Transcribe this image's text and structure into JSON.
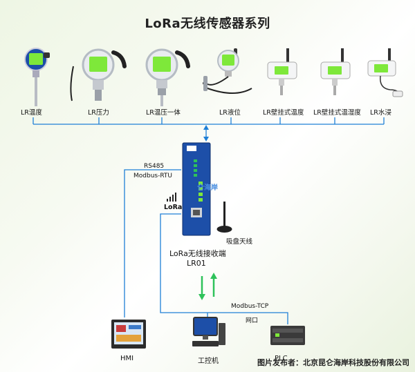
{
  "title": "LoRa无线传感器系列",
  "sensors": [
    {
      "label": "LR温度",
      "icon": "thermometer-transmitter-icon"
    },
    {
      "label": "LR压力",
      "icon": "pressure-transmitter-icon"
    },
    {
      "label": "LR温压一体",
      "icon": "temp-pressure-transmitter-icon"
    },
    {
      "label": "LR液位",
      "icon": "level-transmitter-icon"
    },
    {
      "label": "LR壁挂式温度",
      "icon": "wall-temperature-sensor-icon"
    },
    {
      "label": "LR壁挂式温湿度",
      "icon": "wall-humidity-sensor-icon"
    },
    {
      "label": "LR水浸",
      "icon": "water-leak-sensor-icon"
    }
  ],
  "receiver": {
    "name": "LoRa无线接收端",
    "model": "LR01",
    "brand": "仑海岸",
    "lora_label": "LoRa",
    "antenna_label": "吸盘天线"
  },
  "links": {
    "rs485": "RS485",
    "modbus_rtu": "Modbus-RTU",
    "modbus_tcp": "Modbus-TCP",
    "network": "网口"
  },
  "endpoints": {
    "hmi": "HMI",
    "pc": "工控机",
    "plc": "PLC"
  },
  "caption": "图片发布者：北京昆仑海岸科技股份有限公司",
  "colors": {
    "line": "#1e7fd6",
    "arrow_green": "#2ec25a",
    "lcd_green": "#7ee83a",
    "device_blue": "#1d4fa8"
  }
}
